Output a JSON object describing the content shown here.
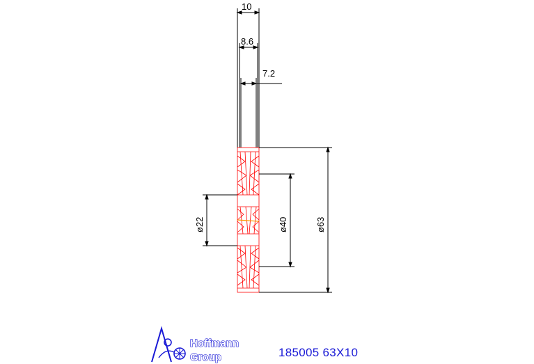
{
  "dimensions": {
    "width_10": "10",
    "width_8_6": "8.6",
    "width_7_2": "7.2",
    "dia_22": "ø22",
    "dia_40": "ø40",
    "dia_63": "ø63"
  },
  "logo": {
    "line1": "Hoffmann",
    "line2": "Group"
  },
  "part_code": "185005 63X10",
  "colors": {
    "dimension": "#000000",
    "part": "#ff0000",
    "centerline": "#ff9900",
    "brand": "#1a1ad6"
  },
  "icons": {
    "logo": "hoffmann-group-logo-icon"
  }
}
